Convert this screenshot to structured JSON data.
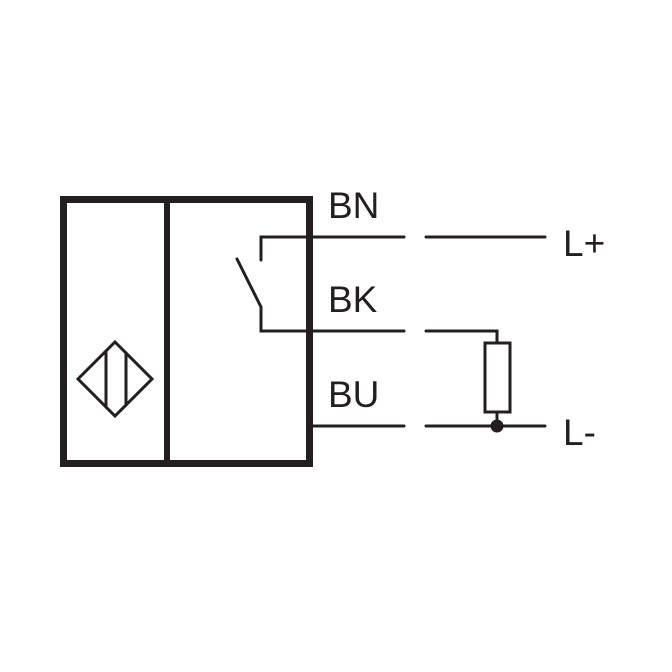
{
  "diagram": {
    "wires": {
      "bn": {
        "label": "BN",
        "terminal": "L+"
      },
      "bk": {
        "label": "BK"
      },
      "bu": {
        "label": "BU",
        "terminal": "L-"
      }
    },
    "colors": {
      "stroke": "#231f20",
      "background": "#ffffff"
    }
  }
}
